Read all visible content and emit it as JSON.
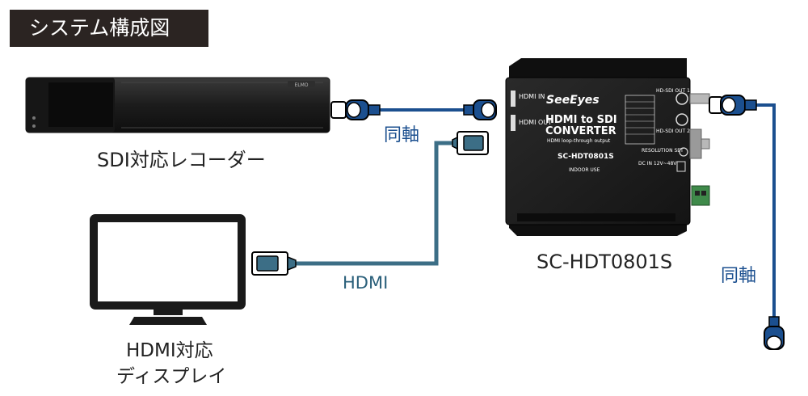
{
  "header": {
    "title": "システム構成図"
  },
  "recorder": {
    "caption": "SDI対応レコーダー",
    "brand": "ELMO"
  },
  "monitor": {
    "caption_line1": "HDMI対応",
    "caption_line2": "ディスプレイ"
  },
  "converter": {
    "caption": "SC-HDT0801S",
    "brand": "SeeEyes",
    "title_line1": "HDMI to SDI",
    "title_line2": "CONVERTER",
    "subtitle": "HDMI loop-through output",
    "model": "SC-HDT0801S",
    "usage": "INDOOR USE",
    "hdmi_in": "HDMI IN",
    "hdmi_out": "HDMI OUT",
    "sdi_out1": "HD-SDI OUT 1",
    "sdi_out2": "HD-SDI OUT 2",
    "resolution": "RESOLUTION SET",
    "dc_in": "DC IN 12V~48V"
  },
  "cables": {
    "coax_label_1": "同軸",
    "coax_label_2": "同軸",
    "hdmi_label": "HDMI"
  },
  "colors": {
    "coax": "#1b4f8f",
    "hdmi": "#3c6e86",
    "device": "#1e1e1e"
  }
}
